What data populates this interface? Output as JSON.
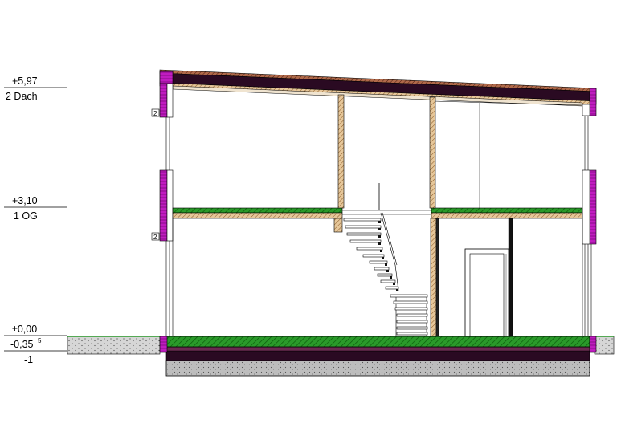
{
  "levels": {
    "roof": {
      "elevation": "+5,97",
      "name": "2 Dach"
    },
    "upper": {
      "elevation": "+3,10",
      "name": "1 OG"
    },
    "ground": {
      "elevation": "±0,00"
    },
    "terrain": {
      "elevation": "-0,35",
      "superscript": "5"
    },
    "base": {
      "name": "-1"
    }
  },
  "tags": {
    "window_marker": "2"
  },
  "colors": {
    "wall_insulation": "#c020c0",
    "screed_green": "#1e8a1e",
    "timber": "#b87840",
    "roof_dark": "#2a0a22",
    "gravel": "#b8b8b8",
    "line": "#000000"
  }
}
